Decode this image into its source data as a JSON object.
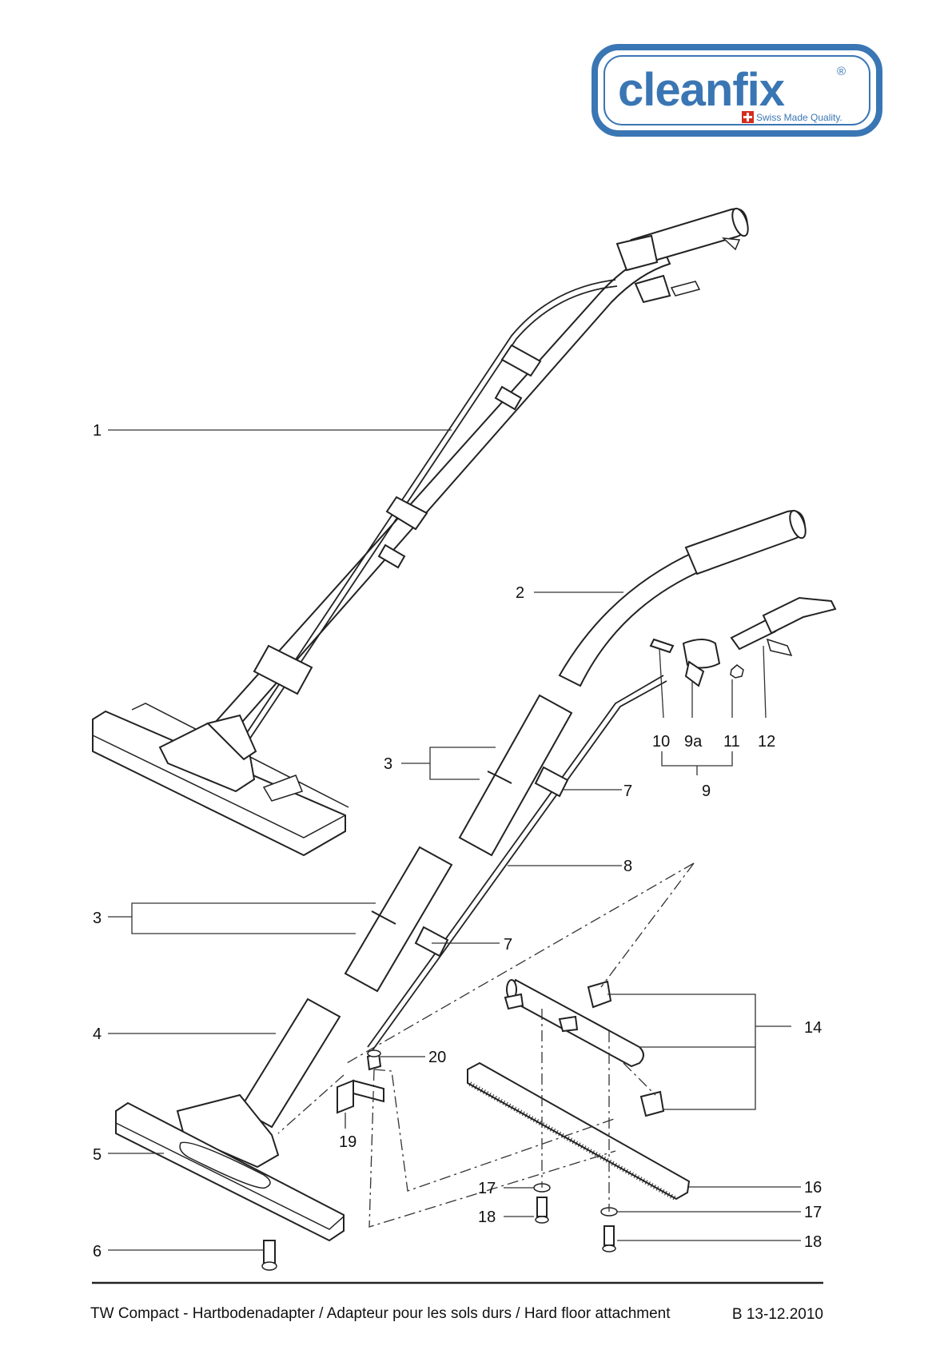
{
  "logo": {
    "brand": "cleanfix",
    "registered": "®",
    "tagline": "Swiss Made Quality.",
    "color": "#3a76b4"
  },
  "labels": {
    "1": "1",
    "2": "2",
    "3a": "3",
    "3b": "3",
    "4": "4",
    "5": "5",
    "6": "6",
    "7a": "7",
    "7b": "7",
    "8": "8",
    "9": "9",
    "9a": "9a",
    "10": "10",
    "11": "11",
    "12": "12",
    "14": "14",
    "16": "16",
    "17a": "17",
    "17b": "17",
    "18a": "18",
    "18b": "18",
    "19": "19",
    "20": "20"
  },
  "footer": {
    "title": "TW Compact - Hartbodenadapter / Adapteur pour les sols durs / Hard floor attachment",
    "code": "B 13-12.2010"
  }
}
